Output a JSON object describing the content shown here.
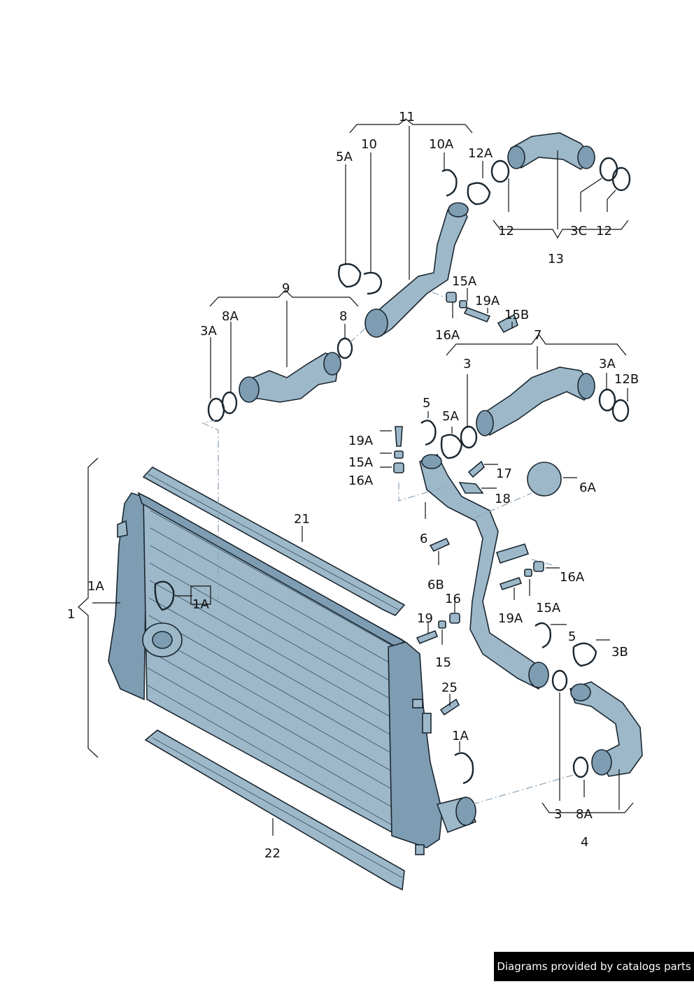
{
  "labels": {
    "l11": "11",
    "l10": "10",
    "l10A": "10A",
    "l12A": "12A",
    "l5A_top": "5A",
    "l12_a": "12",
    "l3C": "3C",
    "l12_b": "12",
    "l13": "13",
    "l9": "9",
    "l8A_top": "8A",
    "l8": "8",
    "l3A_left": "3A",
    "l15A_top": "15A",
    "l19A_top": "19A",
    "l15B": "15B",
    "l16A_top": "16A",
    "l7": "7",
    "l3_mid": "3",
    "l3A_right": "3A",
    "l12B": "12B",
    "l5_mid": "5",
    "l5A_mid": "5A",
    "l19A_left": "19A",
    "l15A_left": "15A",
    "l16A_left": "16A",
    "l17": "17",
    "l18": "18",
    "l6A": "6A",
    "l21": "21",
    "l1A_left": "1A",
    "l1A_box": "1A",
    "l1": "1",
    "l6": "6",
    "l6B": "6B",
    "l16A_right": "16A",
    "l15A_right": "15A",
    "l16": "16",
    "l19": "19",
    "l19A_right": "19A",
    "l15": "15",
    "l5_low": "5",
    "l3B": "3B",
    "l25": "25",
    "l1A_low": "1A",
    "l22": "22",
    "l3_low": "3",
    "l8A_low": "8A",
    "l4": "4"
  },
  "footer": {
    "text": "Diagrams provided by catalogs parts"
  },
  "colors": {
    "part_fill": "#9db8c9",
    "part_stroke": "#1b2730",
    "footer_bg": "#000000"
  }
}
